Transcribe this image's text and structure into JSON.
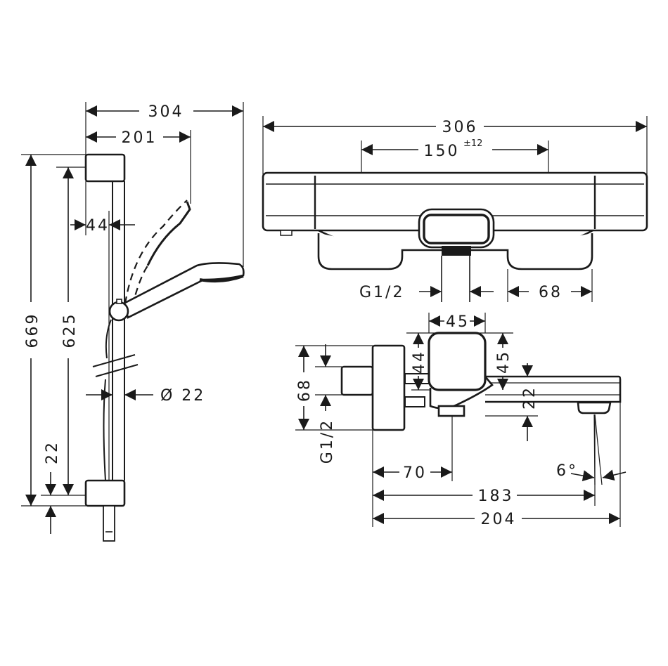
{
  "drawing": {
    "shower_rail_view": {
      "overall_width": "304",
      "handshower_reach": "201",
      "rail_offset": "44",
      "total_height": "669",
      "bracket_spacing": "625",
      "bottom_offset": "22",
      "rail_diameter": "Ø 22"
    },
    "mixer_front_view": {
      "overall_width": "306",
      "connection_spacing": "150",
      "connection_tolerance": "±12",
      "inlet_thread": "G1/2",
      "handle_width": "68"
    },
    "mixer_side_view": {
      "knob_width": "45",
      "knob_height_left": "44",
      "knob_height_right": "45",
      "body_height": "68",
      "inlet_thread": "G1/2",
      "spout_height": "22",
      "outlet_offset": "70",
      "spout_reach": "183",
      "total_depth": "204",
      "spray_angle": "6°"
    },
    "colors": {
      "line": "#1a1a1a",
      "background": "#ffffff"
    }
  }
}
